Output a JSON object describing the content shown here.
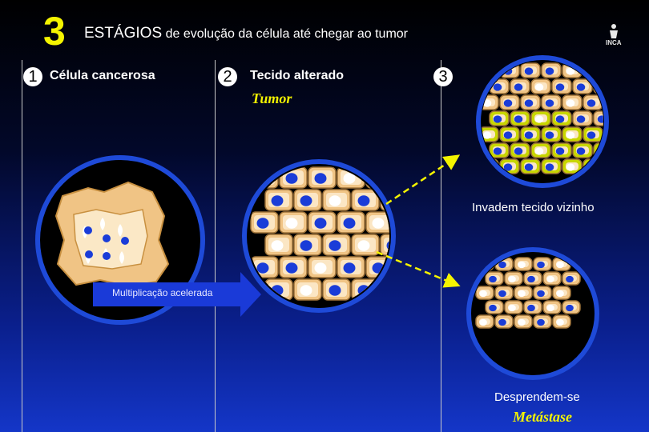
{
  "header": {
    "big_number": "3",
    "title_strong": "ESTÁGIOS",
    "title_rest": " de evolução da célula até chegar ao tumor"
  },
  "stages": [
    {
      "number": "1",
      "label": "Célula cancerosa"
    },
    {
      "number": "2",
      "label": "Tecido alterado",
      "sublabel": "Tumor"
    },
    {
      "number": "3"
    }
  ],
  "annotations": {
    "arrow_label": "Multiplicação acelerada",
    "invade_label": "Invadem tecido vizinho",
    "detach_label": "Desprendem-se",
    "metastasis_label": "Metástase"
  },
  "colors": {
    "accent_yellow": "#f4f400",
    "cell_orange": "#f2c88a",
    "cell_green": "#c8d600",
    "nucleus_blue": "#1a3cd8",
    "ring_blue": "#2050f0"
  },
  "logo": {
    "icon": "inca-logo-icon",
    "text": "INCA"
  }
}
